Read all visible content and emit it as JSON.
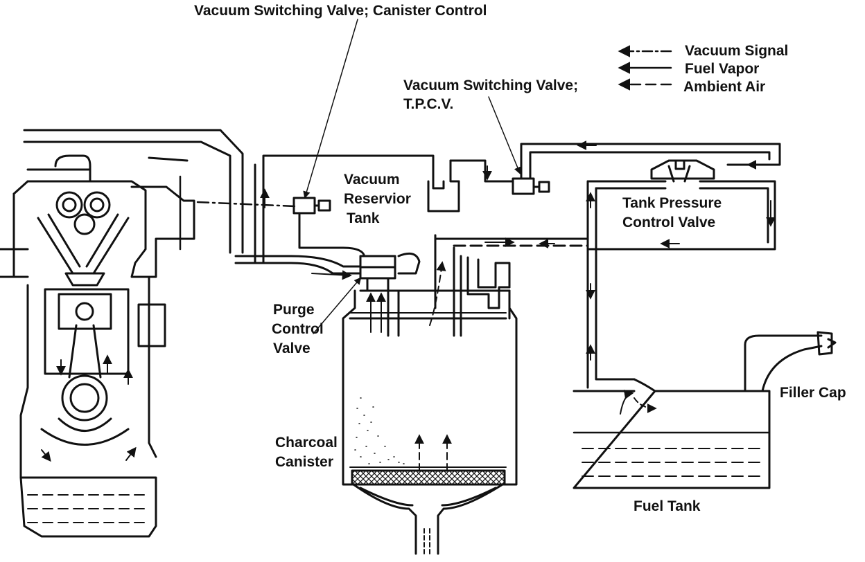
{
  "legend": {
    "vacuum_signal": "Vacuum Signal",
    "fuel_vapor": "Fuel Vapor",
    "ambient_air": "Ambient Air"
  },
  "labels": {
    "vsv_canister": "Vacuum Switching Valve; Canister Control",
    "vsv_tpcv_line1": "Vacuum Switching Valve;",
    "vsv_tpcv_line2": "T.P.C.V.",
    "reservoir_line1": "Vacuum",
    "reservoir_line2": "Reservior",
    "reservoir_line3": "Tank",
    "tpcv_line1": "Tank Pressure",
    "tpcv_line2": "Control Valve",
    "purge_line1": "Purge",
    "purge_line2": "Control",
    "purge_line3": "Valve",
    "charcoal_line1": "Charcoal",
    "charcoal_line2": "Canister",
    "filler_cap": "Filler Cap",
    "fuel_tank": "Fuel Tank"
  },
  "colors": {
    "ink": "#111111",
    "paper": "#ffffff"
  }
}
